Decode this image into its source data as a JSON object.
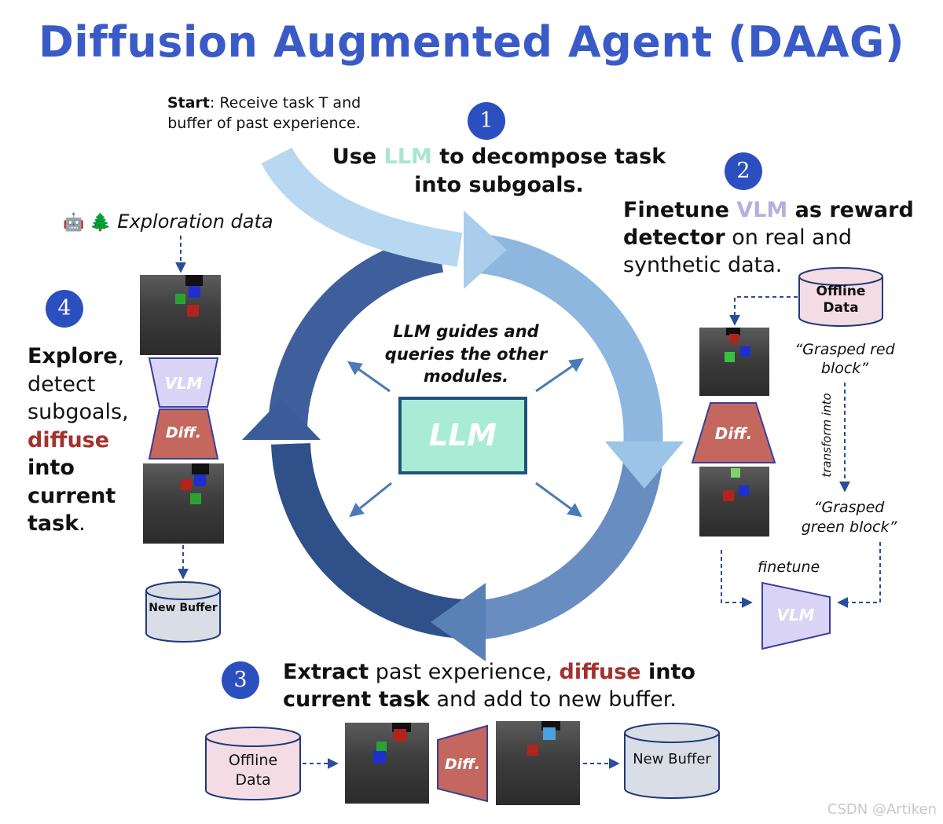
{
  "title": "Diffusion Augmented Agent (DAAG)",
  "start": {
    "bold": "Start",
    "text": ": Receive task T and buffer of past experience."
  },
  "steps": {
    "s1": {
      "num": "1",
      "a": "Use ",
      "b": "LLM",
      "c": " to decompose task into subgoals."
    },
    "s2": {
      "num": "2",
      "a": "Finetune ",
      "b": "VLM",
      "c": " as reward",
      "d": "detector",
      "e": " on real and synthetic data."
    },
    "s3": {
      "num": "3",
      "a": "Extract",
      "b": " past experience, ",
      "c": "diffuse",
      "d": " into",
      "e": "current task",
      "f": " and add to new buffer."
    },
    "s4": {
      "num": "4",
      "a": "Explore",
      "b": ",",
      "c": "detect",
      "d": "subgoals,",
      "e": "diffuse",
      "f": "into",
      "g": "current",
      "h": "task",
      "i": "."
    }
  },
  "exploration": {
    "icons": "🤖 🌲",
    "label": "Exploration data"
  },
  "center": {
    "guide": "LLM guides and queries the other modules.",
    "llm": "LLM"
  },
  "right_panel": {
    "offline": "Offline Data",
    "quote1": "“Grasped red block”",
    "transform": "transform into",
    "quote2": "“Grasped green block”",
    "finetune": "finetune",
    "diff": "Diff.",
    "vlm": "VLM"
  },
  "left_panel": {
    "vlm": "VLM",
    "diff": "Diff.",
    "new_buffer": "New Buffer"
  },
  "bottom": {
    "offline": "Offline Data",
    "diff": "Diff.",
    "new_buffer": "New Buffer"
  },
  "watermark": "CSDN @Artiken",
  "colors": {
    "title": "#3a5bc7",
    "badge": "#2c4fc0",
    "diffuse_red": "#a3322e",
    "llm_teal": "#a9ecd6",
    "vlm_lavender": "#d9d4f5",
    "diff_red": "#c4675f",
    "cyl_pink": "#f4dce4",
    "cyl_gray": "#d9dde6",
    "ring_light": "#a7c9e8",
    "ring_dark": "#2e4e86"
  }
}
